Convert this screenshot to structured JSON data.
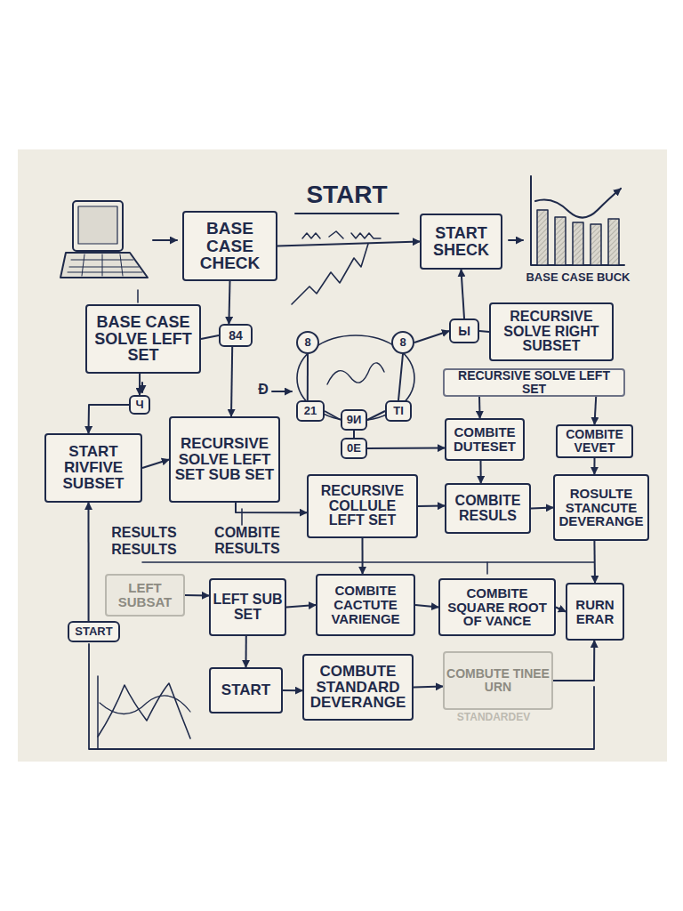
{
  "diagram": {
    "title": "START",
    "nodes": [
      {
        "text": [
          "BASE CASE CHECK"
        ]
      },
      {
        "text": [
          "START SHECK"
        ]
      },
      {
        "text": [
          "BASE CASE SOLVE LEFT SET"
        ]
      },
      {
        "text": [
          "84"
        ]
      },
      {
        "text": [
          "8"
        ]
      },
      {
        "text": [
          "8"
        ]
      },
      {
        "text": [
          "Ы"
        ]
      },
      {
        "text": [
          "RECURSIVE SOLVE RIGHT SUBSET"
        ]
      },
      {
        "text": [
          "Ч"
        ]
      },
      {
        "text": [
          "RECURSIVE SOLVE LEFT SET"
        ]
      },
      {
        "text": [
          "START RIVFIVE SUBSET"
        ]
      },
      {
        "text": [
          "RECURSIVE SOLVE LEFT SET SUB SET"
        ]
      },
      {
        "text": [
          "21"
        ]
      },
      {
        "text": [
          "9И"
        ]
      },
      {
        "text": [
          "TI"
        ]
      },
      {
        "text": [
          "0E"
        ]
      },
      {
        "text": [
          "COMBITE DUTESET"
        ]
      },
      {
        "text": [
          "COMBITE VEVET"
        ]
      },
      {
        "text": [
          "RECURSIVE COLLULE LEFT SET"
        ]
      },
      {
        "text": [
          "COMBITE RESULS"
        ]
      },
      {
        "text": [
          "ROSULTE STANCUTE DEVERANGE"
        ]
      },
      {
        "text": [
          "LEFT SUBSAT"
        ]
      },
      {
        "text": [
          "START"
        ]
      },
      {
        "text": [
          "LEFT SUB SET"
        ]
      },
      {
        "text": [
          "COMBITE CACTUTE VARIENGE"
        ]
      },
      {
        "text": [
          "COMBITE SQUARE ROOT OF VANCE"
        ]
      },
      {
        "text": [
          "RURN",
          "ERAR"
        ]
      },
      {
        "text": [
          "START"
        ]
      },
      {
        "text": [
          "COMBUTE STANDARD DEVERANGE"
        ]
      },
      {
        "text": [
          "COMBUTE TINEE URN"
        ]
      }
    ],
    "edges": [
      {
        "from": 0,
        "to": 1,
        "arrow": "to"
      },
      {
        "from": 0,
        "to": 3,
        "arrow": "to"
      },
      {
        "from": 3,
        "to": 11,
        "arrow": "to"
      },
      {
        "from": 2,
        "to": 3,
        "arrow": "none"
      },
      {
        "from": 2,
        "to": 8,
        "arrow": "to"
      },
      {
        "from": 8,
        "to": 10,
        "arrow": "to"
      },
      {
        "from": 10,
        "to": 11,
        "arrow": "to"
      },
      {
        "from": 4,
        "to": 12,
        "arrow": "none"
      },
      {
        "from": 5,
        "to": 6,
        "arrow": "to"
      },
      {
        "from": 6,
        "to": 1,
        "arrow": "to"
      },
      {
        "from": 6,
        "to": 7,
        "arrow": "none"
      },
      {
        "from": 12,
        "to": 13,
        "arrow": "none"
      },
      {
        "from": 13,
        "to": 14,
        "arrow": "none"
      },
      {
        "from": 13,
        "to": 15,
        "arrow": "none"
      },
      {
        "from": 14,
        "to": 5,
        "arrow": "none"
      },
      {
        "from": 15,
        "to": 16,
        "arrow": "to"
      },
      {
        "from": 9,
        "to": 16,
        "arrow": "to"
      },
      {
        "from": 9,
        "to": 17,
        "arrow": "to"
      },
      {
        "from": 16,
        "to": 19,
        "arrow": "to"
      },
      {
        "from": 18,
        "to": 19,
        "arrow": "to"
      },
      {
        "from": 19,
        "to": 20,
        "arrow": "to"
      },
      {
        "from": 17,
        "to": 20,
        "arrow": "to"
      },
      {
        "from": 20,
        "to": 26,
        "arrow": "to"
      },
      {
        "from": 11,
        "to": 18,
        "arrow": "to"
      },
      {
        "from": 18,
        "to": 24,
        "arrow": "to"
      },
      {
        "from": 23,
        "to": 24,
        "arrow": "to"
      },
      {
        "from": 24,
        "to": 25,
        "arrow": "to"
      },
      {
        "from": 25,
        "to": 26,
        "arrow": "to"
      },
      {
        "from": 23,
        "to": 27,
        "arrow": "to"
      },
      {
        "from": 27,
        "to": 28,
        "arrow": "to"
      },
      {
        "from": 28,
        "to": 29,
        "arrow": "to"
      },
      {
        "from": 29,
        "to": 26,
        "arrow": "to"
      },
      {
        "from": 22,
        "to": 10,
        "arrow": "to"
      },
      {
        "from": 21,
        "to": 23,
        "arrow": "to"
      }
    ],
    "labels": [
      "BASE CASE BUCK",
      "Ð",
      "RESULTS",
      "RESULTS",
      "COMBITE RESULTS",
      "STANDARDEV"
    ]
  }
}
